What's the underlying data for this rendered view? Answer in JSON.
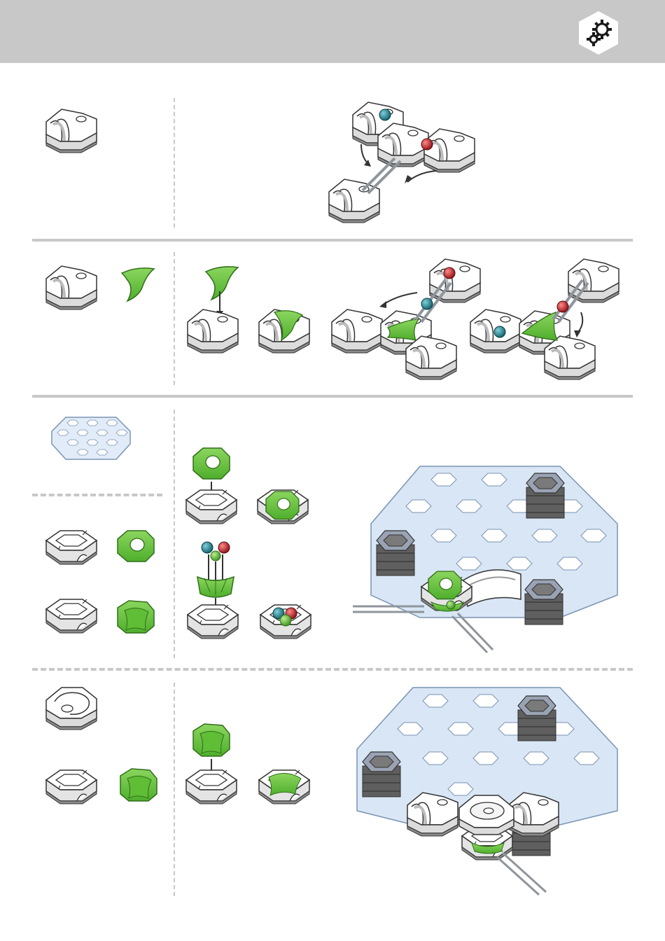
{
  "header": {
    "icon": "gears-icon",
    "background": "#c8c8c8"
  },
  "colors": {
    "green": "#6cc444",
    "greenDark": "#3f8f22",
    "teal": "#1f8a96",
    "red": "#d8232a",
    "plateBlue": "#cfe0f3",
    "rail": "#9aa0a6",
    "separator": "#c8c8c8"
  },
  "sections": [
    {
      "id": "section-1",
      "tiles": [
        "curve-tile"
      ],
      "scene": "curve-tile-rail-assembly"
    },
    {
      "id": "section-2",
      "tiles": [
        "curve-tile",
        "green-switch-insert"
      ],
      "scene": "switch-insert-assembly"
    },
    {
      "id": "section-3",
      "tiles": [
        "transparent-base-plate",
        "hex-frame-tile",
        "green-tube-insert",
        "green-funnel-insert"
      ],
      "scene": "elevated-plate-assembly-a"
    },
    {
      "id": "section-4",
      "tiles": [
        "bowl-tile",
        "hex-frame-tile",
        "green-cup-insert"
      ],
      "scene": "elevated-plate-assembly-b"
    }
  ]
}
